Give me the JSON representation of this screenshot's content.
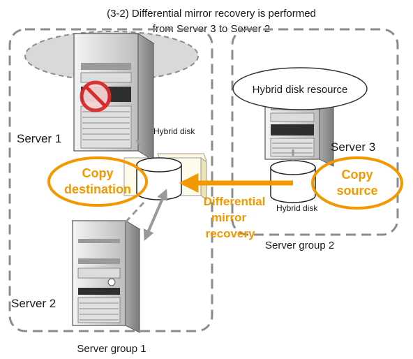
{
  "title_line1": "(3-2) Differential mirror recovery is performed",
  "title_line2": "from Server 3 to Server 2",
  "group1_label": "Server group 1",
  "group2_label": "Server group 2",
  "server1_label": "Server 1",
  "server2_label": "Server 2",
  "server3_label": "Server 3",
  "hybrid_disk_label_top": "Hybrid disk",
  "hybrid_disk_label_bottom": "Hybrid disk",
  "hybrid_disk_resource": "Hybrid disk resource",
  "copy_dest_line1": "Copy",
  "copy_dest_line2": "destination",
  "copy_src_line1": "Copy",
  "copy_src_line2": "source",
  "diff_line1": "Differential",
  "diff_line2": "mirror",
  "diff_line3": "recovery",
  "colors": {
    "accent": "#f39800",
    "dash": "#8c8c8c",
    "resource_fill": "#d9d9d9"
  }
}
